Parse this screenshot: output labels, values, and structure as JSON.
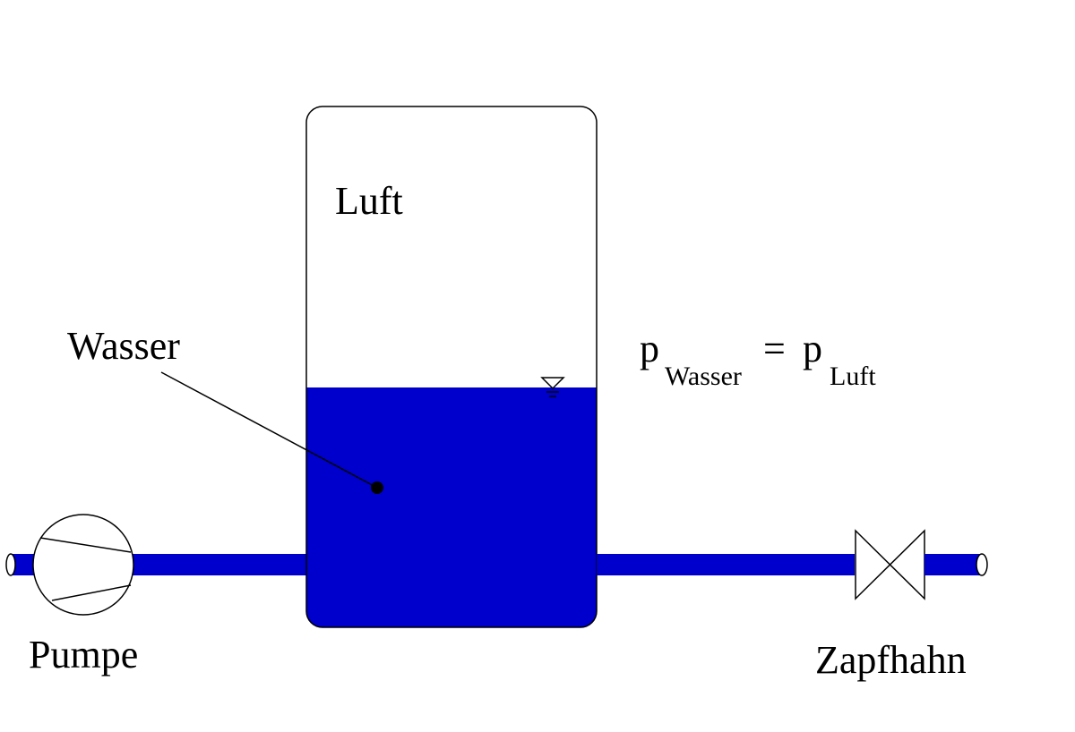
{
  "labels": {
    "air": "Luft",
    "water": "Wasser",
    "pump": "Pumpe",
    "tap": "Zapfhahn"
  },
  "formula": {
    "lhs_symbol": "p",
    "lhs_subscript": "Wasser",
    "equals": "=",
    "rhs_symbol": "p",
    "rhs_subscript": "Luft"
  },
  "colors": {
    "water": "#0000cc",
    "outline": "#000000",
    "background": "#ffffff"
  },
  "icons": [
    "pump-symbol",
    "valve-symbol",
    "water-level-triangle-icon"
  ]
}
